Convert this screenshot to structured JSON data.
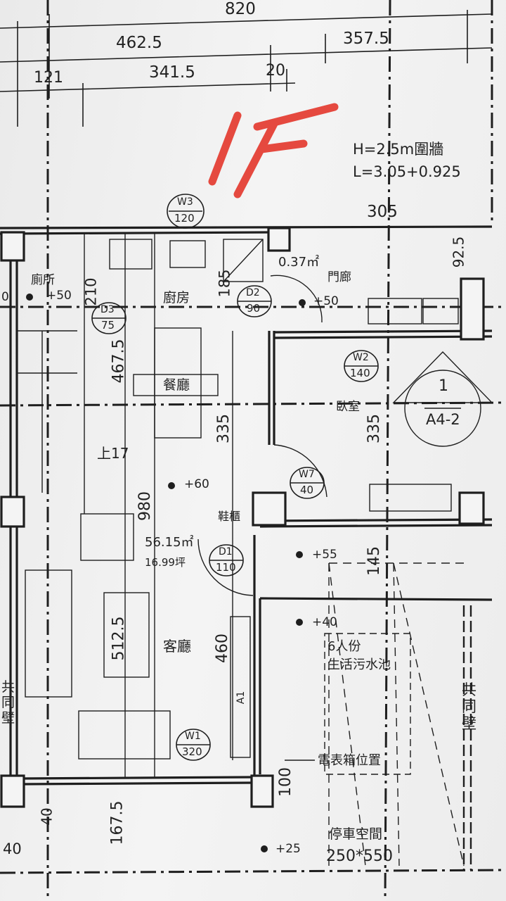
{
  "dims": {
    "overall": "820",
    "left": "462.5",
    "right": "357.5",
    "seg_a": "121",
    "seg_b": "341.5",
    "seg_c": "20",
    "d305": "305",
    "d92_5": "92.5",
    "d210": "210",
    "d185": "185",
    "d467_5": "467.5",
    "d335_left": "335",
    "d335_right": "335",
    "d980": "980",
    "d145": "145",
    "d512_5": "512.5",
    "d460": "460",
    "d100": "100",
    "d167_5": "167.5",
    "d40": "40",
    "d40b": "40"
  },
  "annotation": {
    "floor_mark": "1F",
    "h_note": "H=2.5m圍牆",
    "l_note": "L=3.05+0.925",
    "color": "#e5493f"
  },
  "rooms": {
    "toilet": "廁所",
    "kitchen": "廚房",
    "porch": "門廊",
    "dining": "餐廳",
    "bedroom": "臥室",
    "living": "客廳",
    "shoe_cabinet": "鞋櫃",
    "septic": "6人份",
    "septic2": "生活污水池",
    "meter": "電表箱位置",
    "parking": "停車空間",
    "parking_size": "250*550",
    "shared_wall_left": "共同壁",
    "shared_wall_right": "共同壁"
  },
  "areas": {
    "porch_area": "0.37㎡",
    "main_area": "56.15㎡",
    "main_ping": "16.99坪"
  },
  "levels": {
    "toilet_lvl": "+50",
    "porch_lvl": "+50",
    "dining_lvl": "+60",
    "entry_lvl": "+55",
    "side_lvl": "+40",
    "front_lvl": "+25",
    "step": "上17"
  },
  "tags": {
    "w3": {
      "t": "W3",
      "b": "120"
    },
    "d2": {
      "t": "D2",
      "b": "90"
    },
    "d3": {
      "t": "D3",
      "b": "75"
    },
    "w2": {
      "t": "W2",
      "b": "140"
    },
    "w7": {
      "t": "W7",
      "b": "40"
    },
    "d1": {
      "t": "D1",
      "b": "110"
    },
    "w1": {
      "t": "W1",
      "b": "320"
    },
    "section": {
      "t": "1",
      "b": "A4-2"
    }
  },
  "misc": {
    "a1": "A1",
    "zero": "0"
  }
}
